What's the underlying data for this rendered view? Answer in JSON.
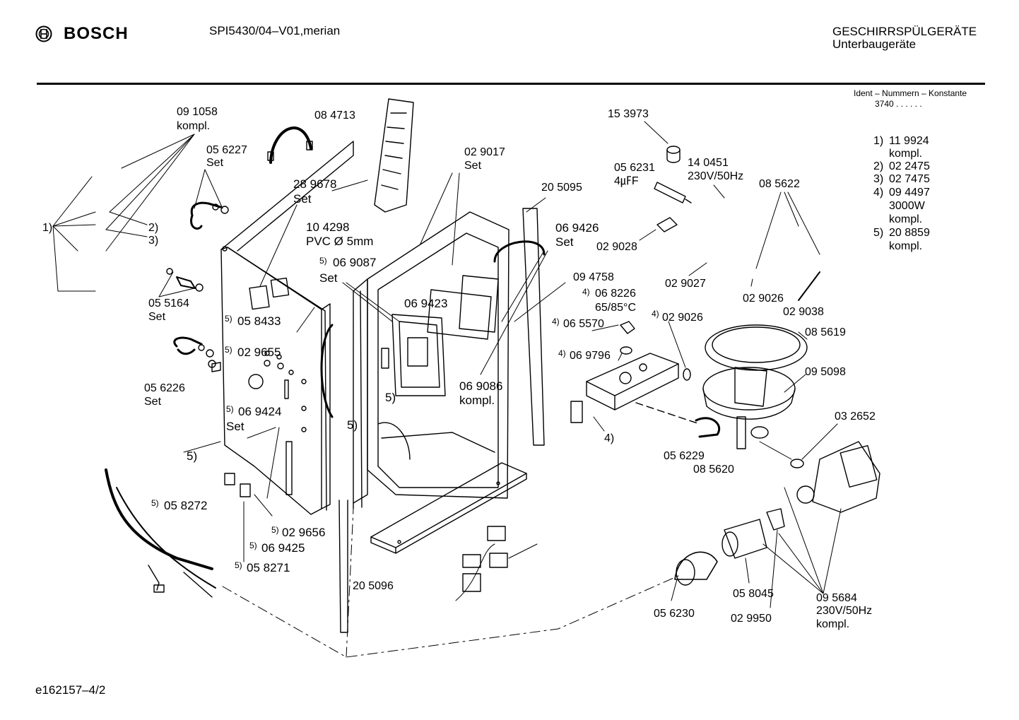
{
  "header": {
    "brand": "BOSCH",
    "model": "SPI5430/04–V01,merian",
    "category_line1": "GESCHIRRSPÜLGERÄTE",
    "category_line2": "Unterbaugeräte",
    "ident_label": "Ident – Nummern – Konstante",
    "ident_value": "3740  .  .  .  .  .  ."
  },
  "footer": {
    "doc_id": "e162157–4/2"
  },
  "legend": [
    {
      "key": "1)",
      "lines": [
        "11 9924",
        "kompl."
      ]
    },
    {
      "key": "2)",
      "lines": [
        "02 2475"
      ]
    },
    {
      "key": "3)",
      "lines": [
        "02 7475"
      ]
    },
    {
      "key": "4)",
      "lines": [
        "09 4497",
        "3000W",
        "kompl."
      ]
    },
    {
      "key": "5)",
      "lines": [
        "20 8859",
        "kompl."
      ]
    }
  ],
  "labels": {
    "p091058": "09 1058",
    "p091058b": "kompl.",
    "p084713": "08 4713",
    "p056227": "05 6227",
    "p056227b": "Set",
    "p289678": "28 9678",
    "p289678b": "Set",
    "p104298": "10 4298",
    "p104298b": "PVC Ø 5mm",
    "p069087": "06 9087",
    "p069087b": "Set",
    "p069087s": "5)",
    "m1": "1)",
    "m2": "2)",
    "m3": "3)",
    "p055164": "05 5164",
    "p055164b": "Set",
    "p058433": "05 8433",
    "p058433s": "5)",
    "p029655": "02 9655",
    "p029655s": "5)",
    "p056226": "05 6226",
    "p056226b": "Set",
    "p069424": "06 9424",
    "p069424b": "Set",
    "p069424s": "5)",
    "m5a": "5)",
    "m5b": "5)",
    "m5c": "5)",
    "p058272": "05 8272",
    "p058272s": "5)",
    "p029656": "02 9656",
    "p029656s": "5)",
    "p069425": "06 9425",
    "p069425s": "5)",
    "p058271": "05 8271",
    "p058271s": "5)",
    "p029017": "02 9017",
    "p029017b": "Set",
    "p069423": "06 9423",
    "p205095": "20 5095",
    "p069426": "06 9426",
    "p069426b": "Set",
    "p094758": "09 4758",
    "p069086": "06 9086",
    "p069086b": "kompl.",
    "p205096": "20 5096",
    "p153973": "15 3973",
    "p056231": "05 6231",
    "p056231b": "4㎌F",
    "p140451": "14 0451",
    "p140451b": "230V/50Hz",
    "p085622": "08 5622",
    "p029028": "02 9028",
    "p029027": "02 9027",
    "p029026a": "02 9026",
    "p029038": "02 9038",
    "p068226": "06 8226",
    "p068226b": "65/85°C",
    "p068226s": "4)",
    "p029026b": "02 9026",
    "p029026bs": "4)",
    "p065570": "06 5570",
    "p065570s": "4)",
    "p085619": "08 5619",
    "p069796": "06 9796",
    "p069796s": "4)",
    "p095098": "09 5098",
    "m4": "4)",
    "p032652": "03 2652",
    "p056229": "05 6229",
    "p085620": "08 5620",
    "p058045": "05 8045",
    "p056230": "05 6230",
    "p029950": "02 9950",
    "p095684": "09 5684",
    "p095684b": "230V/50Hz",
    "p095684c": "kompl."
  }
}
